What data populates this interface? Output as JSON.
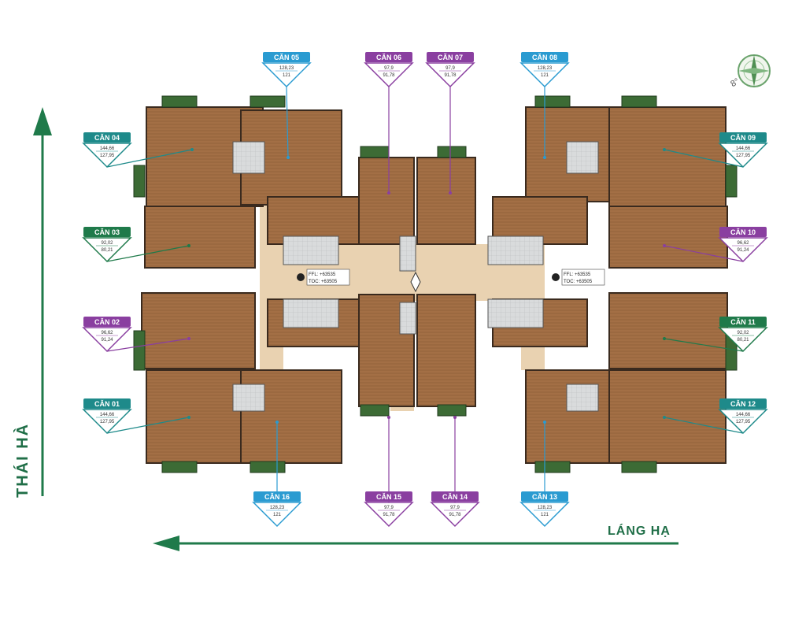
{
  "streets": {
    "left": "THÁI HÀ",
    "bottom": "LÁNG HẠ"
  },
  "compass": {
    "label": "8°"
  },
  "colors": {
    "green": "#1f7a4a",
    "teal": "#1e8a8a",
    "blue": "#2a9bd1",
    "purple": "#8a3fa0",
    "floor": "#a7754a",
    "hall": "#e9d2b1"
  },
  "units": [
    {
      "id": "CĂN 01",
      "color": "teal",
      "area1": "144,66",
      "area2": "127,95"
    },
    {
      "id": "CĂN 02",
      "color": "purple",
      "area1": "96,62",
      "area2": "91,24"
    },
    {
      "id": "CĂN 03",
      "color": "green",
      "area1": "92,02",
      "area2": "80,21"
    },
    {
      "id": "CĂN 04",
      "color": "teal",
      "area1": "144,66",
      "area2": "127,95"
    },
    {
      "id": "CĂN 05",
      "color": "blue",
      "area1": "128,23",
      "area2": "121"
    },
    {
      "id": "CĂN 06",
      "color": "purple",
      "area1": "97,9",
      "area2": "91,78"
    },
    {
      "id": "CĂN 07",
      "color": "purple",
      "area1": "97,9",
      "area2": "91,78"
    },
    {
      "id": "CĂN 08",
      "color": "blue",
      "area1": "128,23",
      "area2": "121"
    },
    {
      "id": "CĂN 09",
      "color": "teal",
      "area1": "144,66",
      "area2": "127,95"
    },
    {
      "id": "CĂN 10",
      "color": "purple",
      "area1": "96,62",
      "area2": "91,24"
    },
    {
      "id": "CĂN 11",
      "color": "green",
      "area1": "92,02",
      "area2": "80,21"
    },
    {
      "id": "CĂN 12",
      "color": "teal",
      "area1": "144,66",
      "area2": "127,95"
    },
    {
      "id": "CĂN 13",
      "color": "blue",
      "area1": "128,23",
      "area2": "121"
    },
    {
      "id": "CĂN 14",
      "color": "purple",
      "area1": "97,9",
      "area2": "91,78"
    },
    {
      "id": "CĂN 15",
      "color": "purple",
      "area1": "97,9",
      "area2": "91,78"
    },
    {
      "id": "CĂN 16",
      "color": "blue",
      "area1": "128,23",
      "area2": "121"
    }
  ],
  "levels": [
    {
      "line1": "FFL: +63535",
      "line2": "TOC: +63505"
    },
    {
      "line1": "FFL: +63535",
      "line2": "TOC: +63505"
    }
  ]
}
